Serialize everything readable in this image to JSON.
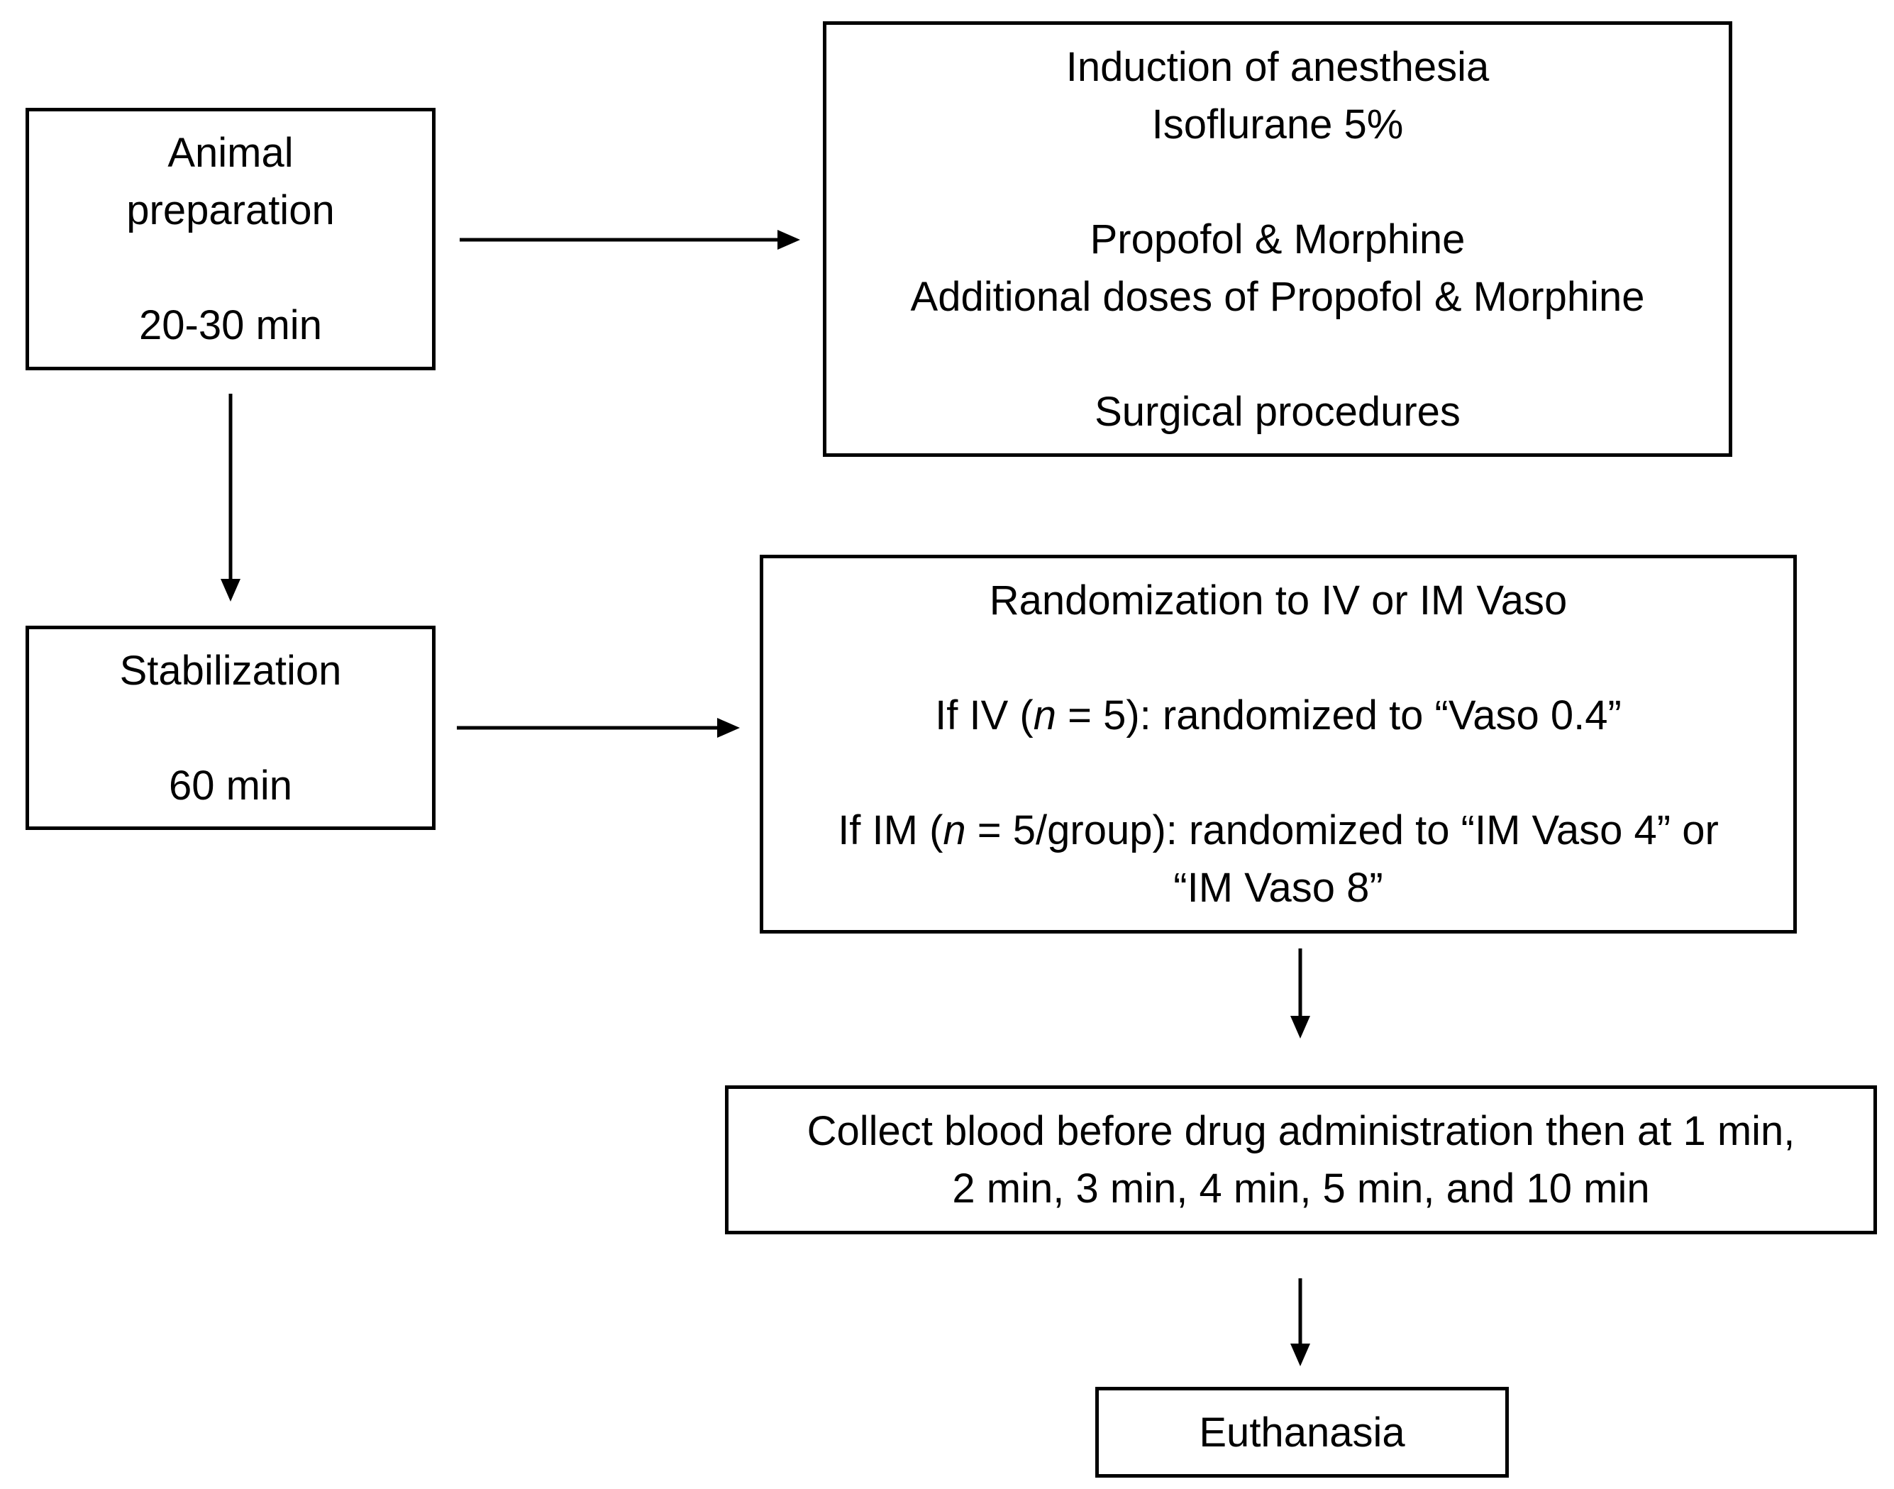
{
  "diagram": {
    "boxes": {
      "animal_prep": {
        "lines": [
          "Animal",
          "preparation",
          "",
          "20-30 min"
        ]
      },
      "anesthesia": {
        "lines": [
          "Induction of anesthesia",
          "Isoflurane 5%",
          "",
          "Propofol & Morphine",
          "Additional doses of Propofol & Morphine",
          "",
          "Surgical procedures"
        ]
      },
      "stabilization": {
        "lines": [
          "Stabilization",
          "",
          "60 min"
        ]
      },
      "randomization": {
        "title": "Randomization to IV or IM Vaso",
        "iv_prefix": "If IV (",
        "iv_n": "n",
        "iv_suffix": " = 5): randomized to “Vaso 0.4”",
        "im_prefix": "If IM (",
        "im_n": "n",
        "im_suffix": " = 5/group): randomized to “IM Vaso 4” or",
        "im_line2": "“IM Vaso 8”"
      },
      "collect_blood": {
        "lines": [
          "Collect blood before drug administration then at 1 min,",
          "2 min, 3 min, 4 min, 5 min, and 10 min"
        ]
      },
      "euthanasia": {
        "lines": [
          "Euthanasia"
        ]
      }
    },
    "connectors": [
      {
        "from": "animal_prep",
        "to": "anesthesia"
      },
      {
        "from": "animal_prep",
        "to": "stabilization"
      },
      {
        "from": "stabilization",
        "to": "randomization"
      },
      {
        "from": "randomization",
        "to": "collect_blood"
      },
      {
        "from": "collect_blood",
        "to": "euthanasia"
      }
    ]
  }
}
